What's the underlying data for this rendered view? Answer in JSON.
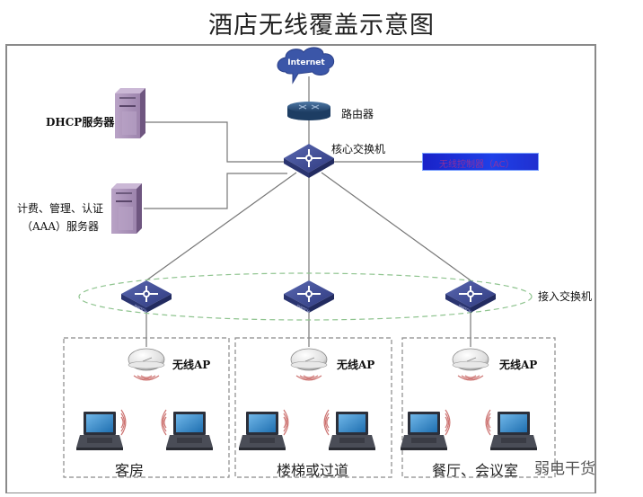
{
  "title": "酒店无线覆盖示意图",
  "nodes": {
    "internet": {
      "label": "Internet"
    },
    "router": {
      "label": "路由器"
    },
    "core_switch": {
      "label": "核心交换机"
    },
    "ac_controller": {
      "label": "无线控制器（AC）"
    },
    "dhcp_server": {
      "label": "DHCP服务器"
    },
    "aaa_server": {
      "label_line1": "计费、管理、认证",
      "label_line2": "（AAA）服务器"
    },
    "access_switches": {
      "label": "接入交换机",
      "device_text": "SWITCH"
    }
  },
  "zones": [
    {
      "name": "客房",
      "ap_label": "无线AP"
    },
    {
      "name": "楼梯或过道",
      "ap_label": "无线AP"
    },
    {
      "name": "餐厅、会议室",
      "ap_label": "无线AP"
    }
  ],
  "watermark": "弱电干货",
  "colors": {
    "cloud": "#3b56a8",
    "switch": "#3d4a8e",
    "router": "#2d4f7a",
    "server": "#a48bb3",
    "ac_box": "#1e36e0",
    "signal": "#c0504d",
    "ellipse": "#8fc48f",
    "frame": "#888888"
  }
}
